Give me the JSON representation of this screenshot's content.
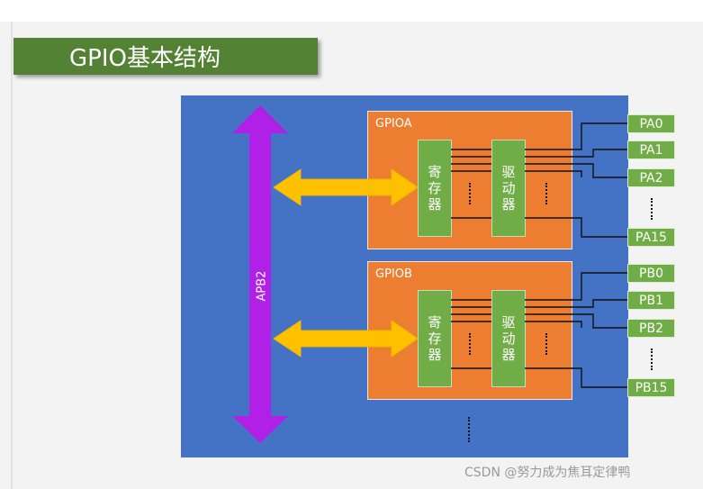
{
  "title": "GPIO基本结构",
  "bus_label": "APB2",
  "ports": [
    {
      "label": "GPIOA",
      "register": [
        "寄",
        "存",
        "器"
      ],
      "driver": [
        "驱",
        "动",
        "器"
      ],
      "pins": [
        "PA0",
        "PA1",
        "PA2",
        "PA15"
      ]
    },
    {
      "label": "GPIOB",
      "register": [
        "寄",
        "存",
        "器"
      ],
      "driver": [
        "驱",
        "动",
        "器"
      ],
      "pins": [
        "PB0",
        "PB1",
        "PB2",
        "PB15"
      ]
    }
  ],
  "watermark": "CSDN @努力成为焦耳定律鸭",
  "colors": {
    "mcu": "#4472c4",
    "port": "#ed7d31",
    "block": "#70ad47",
    "title": "#548235",
    "bus": "#b020e6",
    "arrow": "#ffc000"
  }
}
